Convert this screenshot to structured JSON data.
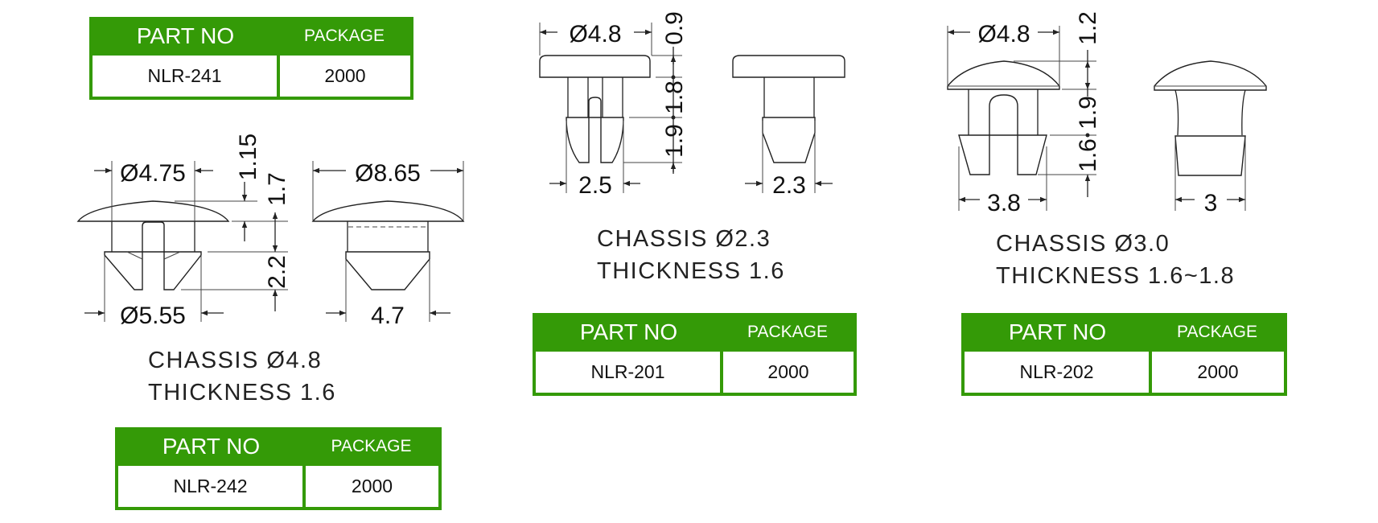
{
  "colors": {
    "table_green": "#349a07",
    "line": "#222222"
  },
  "tables": [
    {
      "header": {
        "part_no": "PART NO",
        "package": "PACKAGE"
      },
      "part_no": "NLR-241",
      "package": "2000"
    },
    {
      "header": {
        "part_no": "PART NO",
        "package": "PACKAGE"
      },
      "part_no": "NLR-242",
      "package": "2000"
    },
    {
      "header": {
        "part_no": "PART NO",
        "package": "PACKAGE"
      },
      "part_no": "NLR-201",
      "package": "2000"
    },
    {
      "header": {
        "part_no": "PART NO",
        "package": "PACKAGE"
      },
      "part_no": "NLR-202",
      "package": "2000"
    }
  ],
  "notes": [
    {
      "chassis": "CHASSIS  Ø4.8",
      "thickness": "THICKNESS  1.6"
    },
    {
      "chassis": "CHASSIS  Ø2.3",
      "thickness": "THICKNESS  1.6"
    },
    {
      "chassis": "CHASSIS  Ø3.0",
      "thickness": "THICKNESS  1.6~1.8"
    }
  ],
  "dims": {
    "d1": {
      "head": "Ø4.75",
      "barb": "Ø5.55",
      "h1": "1.15",
      "h2": "1.7",
      "h3": "2.2",
      "side_head": "Ø8.65",
      "side_base": "4.7"
    },
    "d2": {
      "head": "Ø4.8",
      "h1": "0.9",
      "h2": "1.8",
      "h3": "1.9",
      "base": "2.5",
      "side_base": "2.3"
    },
    "d3": {
      "head": "Ø4.8",
      "h1": "1.2",
      "h2": "1.9",
      "h3": "1.6",
      "base": "3.8",
      "side_base": "3"
    }
  }
}
